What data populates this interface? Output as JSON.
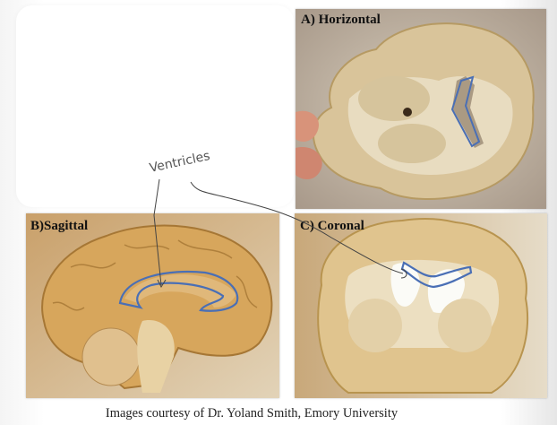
{
  "panels": [
    {
      "id": "A",
      "label": "A) Horizontal",
      "view": "Horizontal"
    },
    {
      "id": "B",
      "label": "B)Sagittal",
      "view": "Sagittal"
    },
    {
      "id": "C",
      "label": "C) Coronal",
      "view": "Coronal"
    }
  ],
  "annotation": {
    "text": "Ventricles",
    "outline_color": "#4a6fb5",
    "pen_color": "#444444"
  },
  "caption": "Images courtesy of Dr. Yoland Smith, Emory University"
}
